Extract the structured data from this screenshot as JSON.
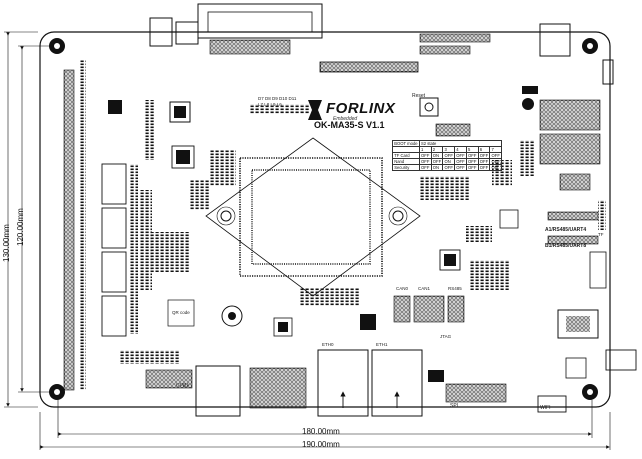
{
  "board": {
    "brand": "FORLINX",
    "brand_sub": "Embedded",
    "model": "OK-MA35-S V1.1"
  },
  "dimensions": {
    "width_inner": "180.00mm",
    "width_outer": "190.00mm",
    "height_inner": "120.00mm",
    "height_outer": "130.00mm"
  },
  "boot_table": {
    "header": [
      "BOOT mode",
      "S2 state",
      "",
      "",
      "",
      "",
      "",
      ""
    ],
    "subheader": [
      "",
      "1",
      "2",
      "3",
      "4",
      "5",
      "6",
      "7"
    ],
    "rows": [
      [
        "TF Card",
        "OFF",
        "ON",
        "OFF",
        "OFF",
        "OFF",
        "OFF",
        "OFF"
      ],
      [
        "Nand",
        "OFF",
        "OFF",
        "ON",
        "OFF",
        "OFF",
        "OFF",
        "OFF"
      ],
      [
        "Security",
        "OFF",
        "ON",
        "OFF",
        "OFF",
        "OFF",
        "OFF",
        "ON"
      ]
    ]
  },
  "labels": {
    "reset": "Reset",
    "uart_a": "A1/RS485/UART4",
    "uart_b": "B1/RS485/UART8",
    "led_row": "D7 D8 D9 D10 D11",
    "led_names": "L7 L8 L9 L6",
    "gpio": "GPIO",
    "wifi": "WIFI",
    "can0": "CAN0",
    "can1": "CAN1",
    "rs485": "RS485",
    "jtag": "JTAG",
    "eth0": "ETH0",
    "eth1": "ETH1",
    "spi": "SPI",
    "tf": "TF",
    "qr": "QR code"
  }
}
